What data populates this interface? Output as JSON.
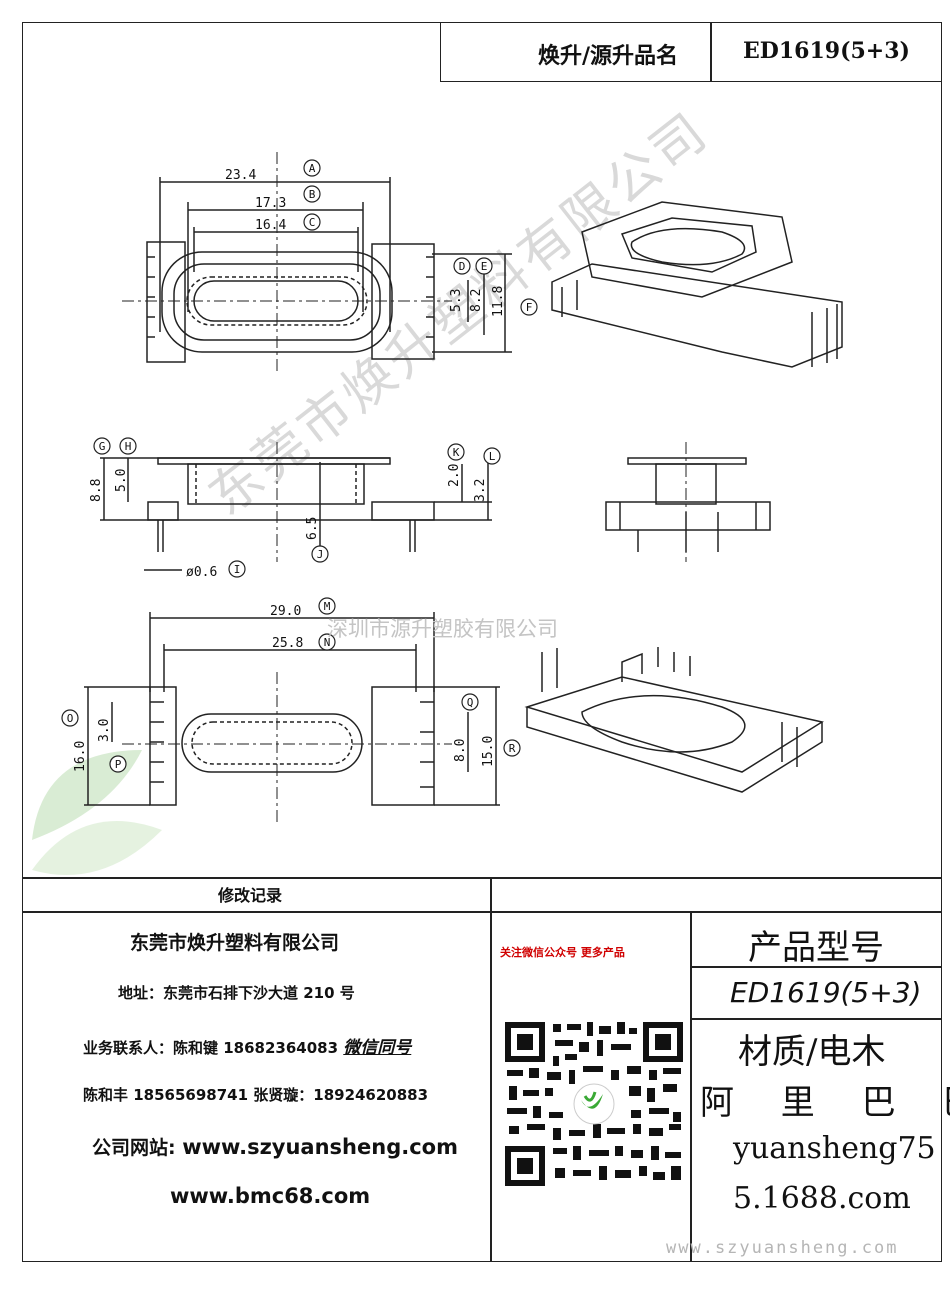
{
  "header": {
    "label": "焕升/源升品名",
    "model": "ED1619(5+3)"
  },
  "drawing": {
    "dims": {
      "A": "23.4",
      "B": "17.3",
      "C": "16.4",
      "D_val": "5.3",
      "E_val": "8.2",
      "F_val": "11.8",
      "G_val": "8.8",
      "H_val": "5.0",
      "K_val": "2.0",
      "L_val": "3.2",
      "J_val": "6.5",
      "I_val": "ø0.6",
      "M": "29.0",
      "N": "25.8",
      "O_val": "16.0",
      "P_val": "3.0",
      "Q_val": "8.0",
      "R_val": "15.0"
    },
    "markers": [
      "A",
      "B",
      "C",
      "D",
      "E",
      "F",
      "G",
      "H",
      "I",
      "J",
      "K",
      "L",
      "M",
      "N",
      "O",
      "P",
      "Q",
      "R"
    ],
    "watermark_center": "深圳市源升塑胶有限公司",
    "watermark_diag": "东莞市焕升塑料有限公司"
  },
  "footer": {
    "revision_label": "修改记录",
    "company_name": "东莞市焕升塑料有限公司",
    "address": "地址：东莞市石排下沙大道 210 号",
    "contact1_prefix": "业务联系人：陈和键 18682364083",
    "contact1_wechat": "微信同号",
    "contact2": "陈和丰 18565698741 张贤璇：18924620883",
    "website_label": "公司网站:",
    "website1": "www.szyuansheng.com",
    "website2": "www.bmc68.com",
    "wechat_promo": "关注微信公众号 更多产品",
    "product_model_label": "产品型号",
    "product_model_value": "ED1619(5+3)",
    "material": "材质/电木",
    "alibaba": "阿 里 巴 巴",
    "alibaba_url_1": "yuansheng75",
    "alibaba_url_2": "5.1688.com",
    "footer_watermark": "www.szyuansheng.com"
  },
  "colors": {
    "line": "#222222",
    "accent_red": "#d00000",
    "qr_green": "#3aa935"
  }
}
